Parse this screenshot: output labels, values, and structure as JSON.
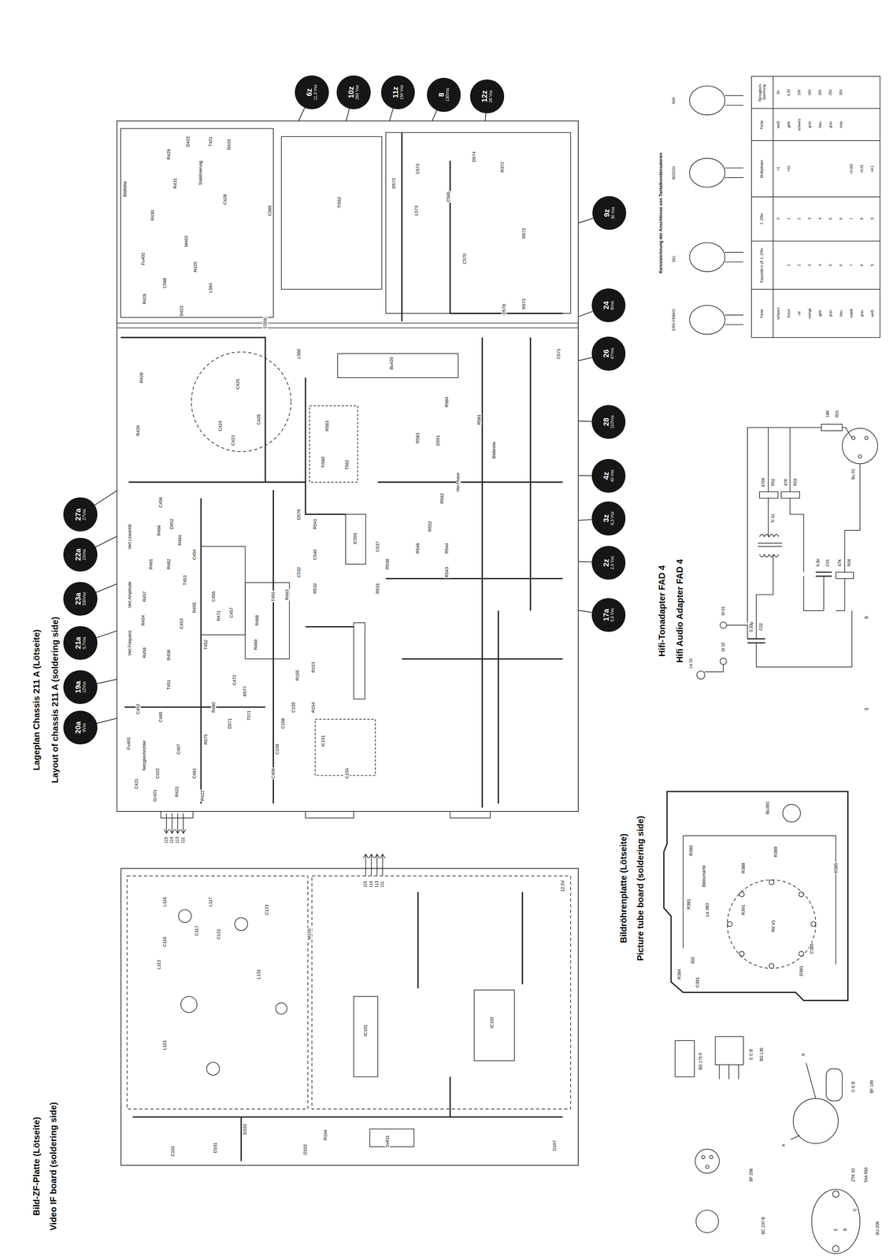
{
  "diagram": {
    "nodes": [
      {
        "text": [
          "Lageplan Chassis 211 A (Lötseite)",
          "Layout of chassis 211 A (soldering side)"
        ]
      },
      {
        "text": [
          "Bild-ZF-Platte (Lötseite)",
          "Video IF board (soldering side)"
        ]
      },
      {
        "text": [
          "Bildröhrenplatte (Lötseite)",
          "Picture tube board (soldering side)"
        ]
      },
      {
        "text": [
          "6z",
          "11,3 Vss"
        ]
      },
      {
        "text": [
          "10z",
          "260 Vss"
        ]
      },
      {
        "text": [
          "11z",
          "150 Vss"
        ]
      },
      {
        "text": [
          "8",
          "130Vss"
        ]
      },
      {
        "text": [
          "12z",
          "28 Vss"
        ]
      },
      {
        "text": [
          "9z",
          "30 Vss"
        ]
      },
      {
        "text": [
          "24",
          "6Vss"
        ]
      },
      {
        "text": [
          "26",
          "47Vss"
        ]
      },
      {
        "text": [
          "28",
          "110Vss"
        ]
      },
      {
        "text": [
          "4z",
          "40 Vss"
        ]
      },
      {
        "text": [
          "3z",
          "6,3 Vss"
        ]
      },
      {
        "text": [
          "2z",
          "2,3 Vss"
        ]
      },
      {
        "text": [
          "17a",
          "5,5 Vss"
        ]
      },
      {
        "text": [
          "27a",
          "27Vss"
        ]
      },
      {
        "text": [
          "22a",
          "15Vss"
        ]
      },
      {
        "text": [
          "23a",
          "330Vss"
        ]
      },
      {
        "text": [
          "21a",
          "5,7Vss"
        ]
      },
      {
        "text": [
          "19a",
          "12Vss"
        ]
      },
      {
        "text": [
          "20a",
          "9Vss"
        ]
      }
    ],
    "edges": [
      {
        "from": 3,
        "to": 0,
        "arrow": "none"
      },
      {
        "from": 4,
        "to": 0,
        "arrow": "none"
      },
      {
        "from": 5,
        "to": 0,
        "arrow": "none"
      },
      {
        "from": 6,
        "to": 0,
        "arrow": "none"
      },
      {
        "from": 7,
        "to": 0,
        "arrow": "none"
      },
      {
        "from": 8,
        "to": 0,
        "arrow": "none"
      },
      {
        "from": 9,
        "to": 0,
        "arrow": "none"
      },
      {
        "from": 10,
        "to": 0,
        "arrow": "none"
      },
      {
        "from": 11,
        "to": 0,
        "arrow": "none"
      },
      {
        "from": 12,
        "to": 0,
        "arrow": "none"
      },
      {
        "from": 13,
        "to": 0,
        "arrow": "none"
      },
      {
        "from": 14,
        "to": 0,
        "arrow": "none"
      },
      {
        "from": 15,
        "to": 0,
        "arrow": "none"
      },
      {
        "from": 16,
        "to": 0,
        "arrow": "none"
      },
      {
        "from": 17,
        "to": 0,
        "arrow": "none"
      },
      {
        "from": 18,
        "to": 0,
        "arrow": "none"
      },
      {
        "from": 19,
        "to": 0,
        "arrow": "none"
      },
      {
        "from": 20,
        "to": 0,
        "arrow": "none"
      },
      {
        "from": 21,
        "to": 0,
        "arrow": "none"
      }
    ],
    "labels": [
      "R429",
      "D422",
      "T421",
      "R433",
      "R431",
      "R430",
      "C428",
      "Fu402",
      "M403",
      "R425",
      "C568",
      "D423",
      "R426",
      "L564",
      "C569",
      "Tr562",
      "D572",
      "C573",
      "L573",
      "C565",
      "D574",
      "R372",
      "C570",
      "R572",
      "R573",
      "D578",
      "C571",
      "C556",
      "L560",
      "Bu420",
      "R428",
      "C425",
      "C424",
      "C426",
      "C423",
      "R420",
      "R563",
      "Tr560",
      "T562",
      "R583",
      "D591",
      "R584",
      "R581",
      "C456",
      "D452",
      "R466",
      "R464",
      "R461",
      "R462",
      "C454",
      "T453",
      "C455",
      "R455",
      "R457",
      "R454",
      "C453",
      "R459",
      "R458",
      "T451",
      "T452",
      "R471",
      "C457",
      "T455",
      "R463",
      "R468",
      "R469",
      "C472",
      "C452",
      "C460",
      "R460",
      "C407",
      "C461",
      "Fu401",
      "C421",
      "C422",
      "Gr421",
      "R421",
      "R422",
      "R575",
      "D571",
      "T571",
      "R577",
      "C409",
      "R154",
      "R155",
      "R153",
      "C155",
      "C158",
      "C159",
      "IC151",
      "C154",
      "IC501",
      "C537",
      "R538",
      "R531",
      "C540",
      "C532",
      "R532",
      "R541",
      "D579",
      "R562",
      "R552",
      "R544",
      "R546",
      "R543",
      "Bildhöhe",
      "Stabilisierung",
      "Vert.Linearität",
      "Vert.Amplitude",
      "Vert.Frequenz",
      "Netzgleichrichter",
      "Hor.Phase",
      "Bildbreite",
      "115",
      "114",
      "113",
      "111",
      "L116",
      "L117",
      "C123",
      "M120",
      "C116",
      "C117",
      "C121",
      "L112",
      "L101",
      "L131",
      "IC101",
      "IC102",
      "D103",
      "R104",
      "Sv911",
      "C101",
      "D101",
      "D102",
      "D107",
      "12,5V",
      "115",
      "114",
      "113",
      "111",
      "R390",
      "Bildschärfe",
      "R388",
      "R389",
      "R385",
      "R381",
      "Lo 383",
      "R391",
      "Rö V1",
      "C385",
      "R384",
      "302",
      "C381",
      "D381",
      "Bu381",
      "Hifi-Tonadapter FAD 4",
      "Hifi Audio Adapter FAD 4",
      "18K",
      "R01",
      "470K",
      "R02",
      "47K",
      "R03",
      "3,3n",
      "C01",
      "47K",
      "R04",
      "0,33µ",
      "C02",
      "Tr 01",
      "Bu 01",
      "St 01",
      "St 02",
      "Le 01",
      "Kennzeichnung der Anschlüsse von Tantalkondensatoren",
      "ERO FRAKO",
      "SEL",
      "BOSCH",
      "NSF",
      "Farbe",
      "Kapazität in pF 1. Ziffer",
      "2. Ziffer",
      "Multiplikator",
      "Farbe",
      "Nenngleich-Spannung",
      "schwarz",
      "braun",
      "rot",
      "orange",
      "gelb",
      "grün",
      "blau",
      "violett",
      "grau",
      "weiß",
      "1",
      "2",
      "3",
      "4",
      "5",
      "6",
      "7",
      "8",
      "9",
      "0",
      "1",
      "2",
      "3",
      "4",
      "5",
      "6",
      "7",
      "8",
      "9",
      "×1",
      "×10",
      "×0,001",
      "×0,01",
      "×0,1",
      "weiß",
      "gelb",
      "schwarz",
      "grün",
      "blau",
      "grau",
      "rosa",
      "3V",
      "6,3V",
      "10V",
      "16V",
      "20V",
      "25V",
      "35V",
      "BD 135",
      "E C B",
      "BF 199",
      "C E B",
      "K",
      "A",
      "ZTK 33",
      "TAA 550",
      "BF 256",
      "BC 237 B",
      "BU 208",
      "E",
      "B",
      "C",
      "BD 175 P",
      "6",
      "5"
    ]
  }
}
